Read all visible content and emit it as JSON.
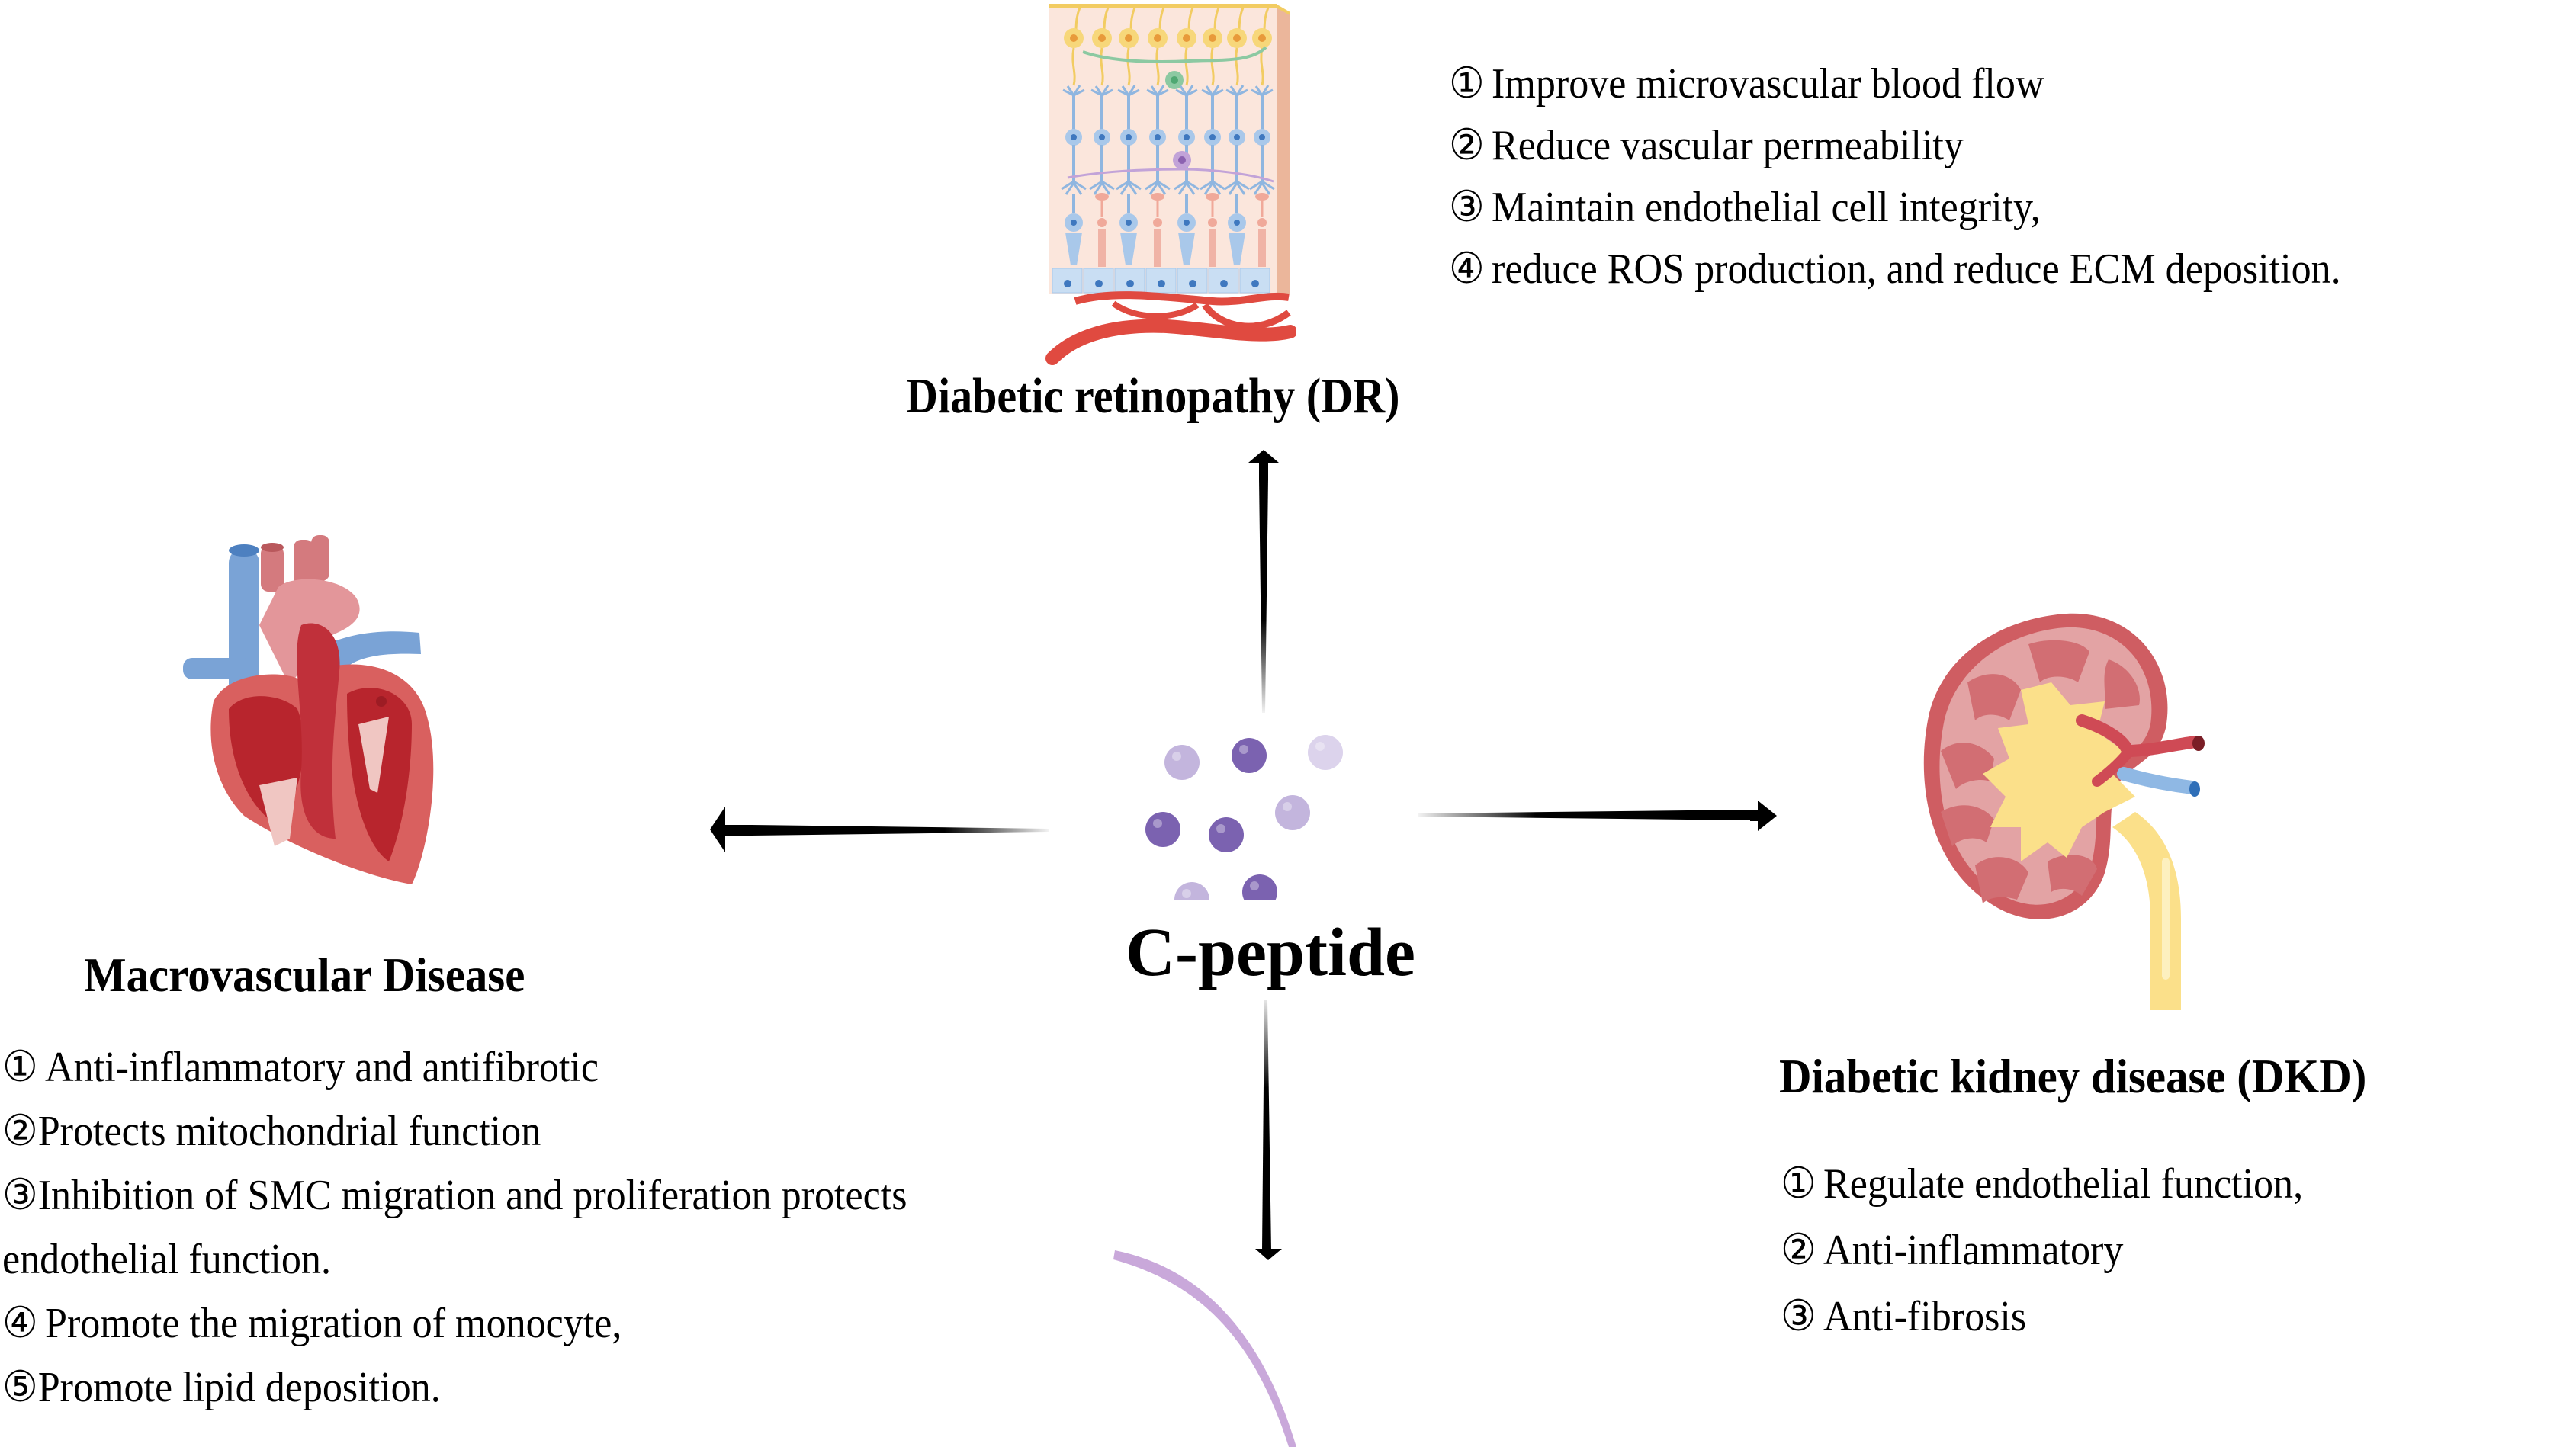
{
  "center": {
    "label": "C-peptide",
    "particle_colors": {
      "dark": "#7b62b0",
      "light": "#c3b5dd",
      "lighter": "#dcd3ec"
    }
  },
  "diabetic_retinopathy": {
    "title": "Diabetic retinopathy (DR)",
    "illustration": "retina-layers-illustration",
    "effects": [
      {
        "num": "①",
        "text": "Improve microvascular blood flow"
      },
      {
        "num": "②",
        "text": "Reduce vascular permeability"
      },
      {
        "num": "③",
        "text": "Maintain endothelial cell integrity,"
      },
      {
        "num": "④",
        "text": "reduce ROS production, and reduce ECM deposition."
      }
    ]
  },
  "macrovascular_disease": {
    "title": "Macrovascular Disease",
    "illustration": "heart-cross-section-illustration",
    "effects": [
      {
        "num": "①",
        "text": "Anti-inflammatory and antifibrotic"
      },
      {
        "num": "②",
        "text": "Protects mitochondrial function"
      },
      {
        "num": "③",
        "text": "Inhibition of SMC  migration and proliferation protects"
      },
      {
        "num": "",
        "text": "endothelial function."
      },
      {
        "num": "④",
        "text": "Promote the migration of monocyte,"
      },
      {
        "num": "⑤",
        "text": "Promote lipid deposition."
      }
    ]
  },
  "diabetic_kidney_disease": {
    "title": "Diabetic kidney disease (DKD)",
    "illustration": "kidney-cross-section-illustration",
    "effects": [
      {
        "num": "①",
        "text": "Regulate endothelial function,"
      },
      {
        "num": "②",
        "text": "Anti-inflammatory"
      },
      {
        "num": "③",
        "text": "Anti-fibrosis"
      }
    ]
  },
  "arrows": [
    {
      "from": "C-peptide",
      "to": "Diabetic retinopathy (DR)",
      "direction": "up"
    },
    {
      "from": "C-peptide",
      "to": "Macrovascular Disease",
      "direction": "left"
    },
    {
      "from": "C-peptide",
      "to": "Diabetic kidney disease (DKD)",
      "direction": "right"
    },
    {
      "from": "C-peptide",
      "to": "off-frame target",
      "direction": "down"
    }
  ],
  "colors": {
    "text": "#000000",
    "arrow": "#000000",
    "heart_red": "#c9353b",
    "vessel_blue": "#6f9bd1",
    "kidney_pink": "#d98c8e",
    "ureter_yellow": "#fbe08a",
    "retina_bg": "#fbe6dc",
    "bottom_arc": "#c9a8da"
  }
}
